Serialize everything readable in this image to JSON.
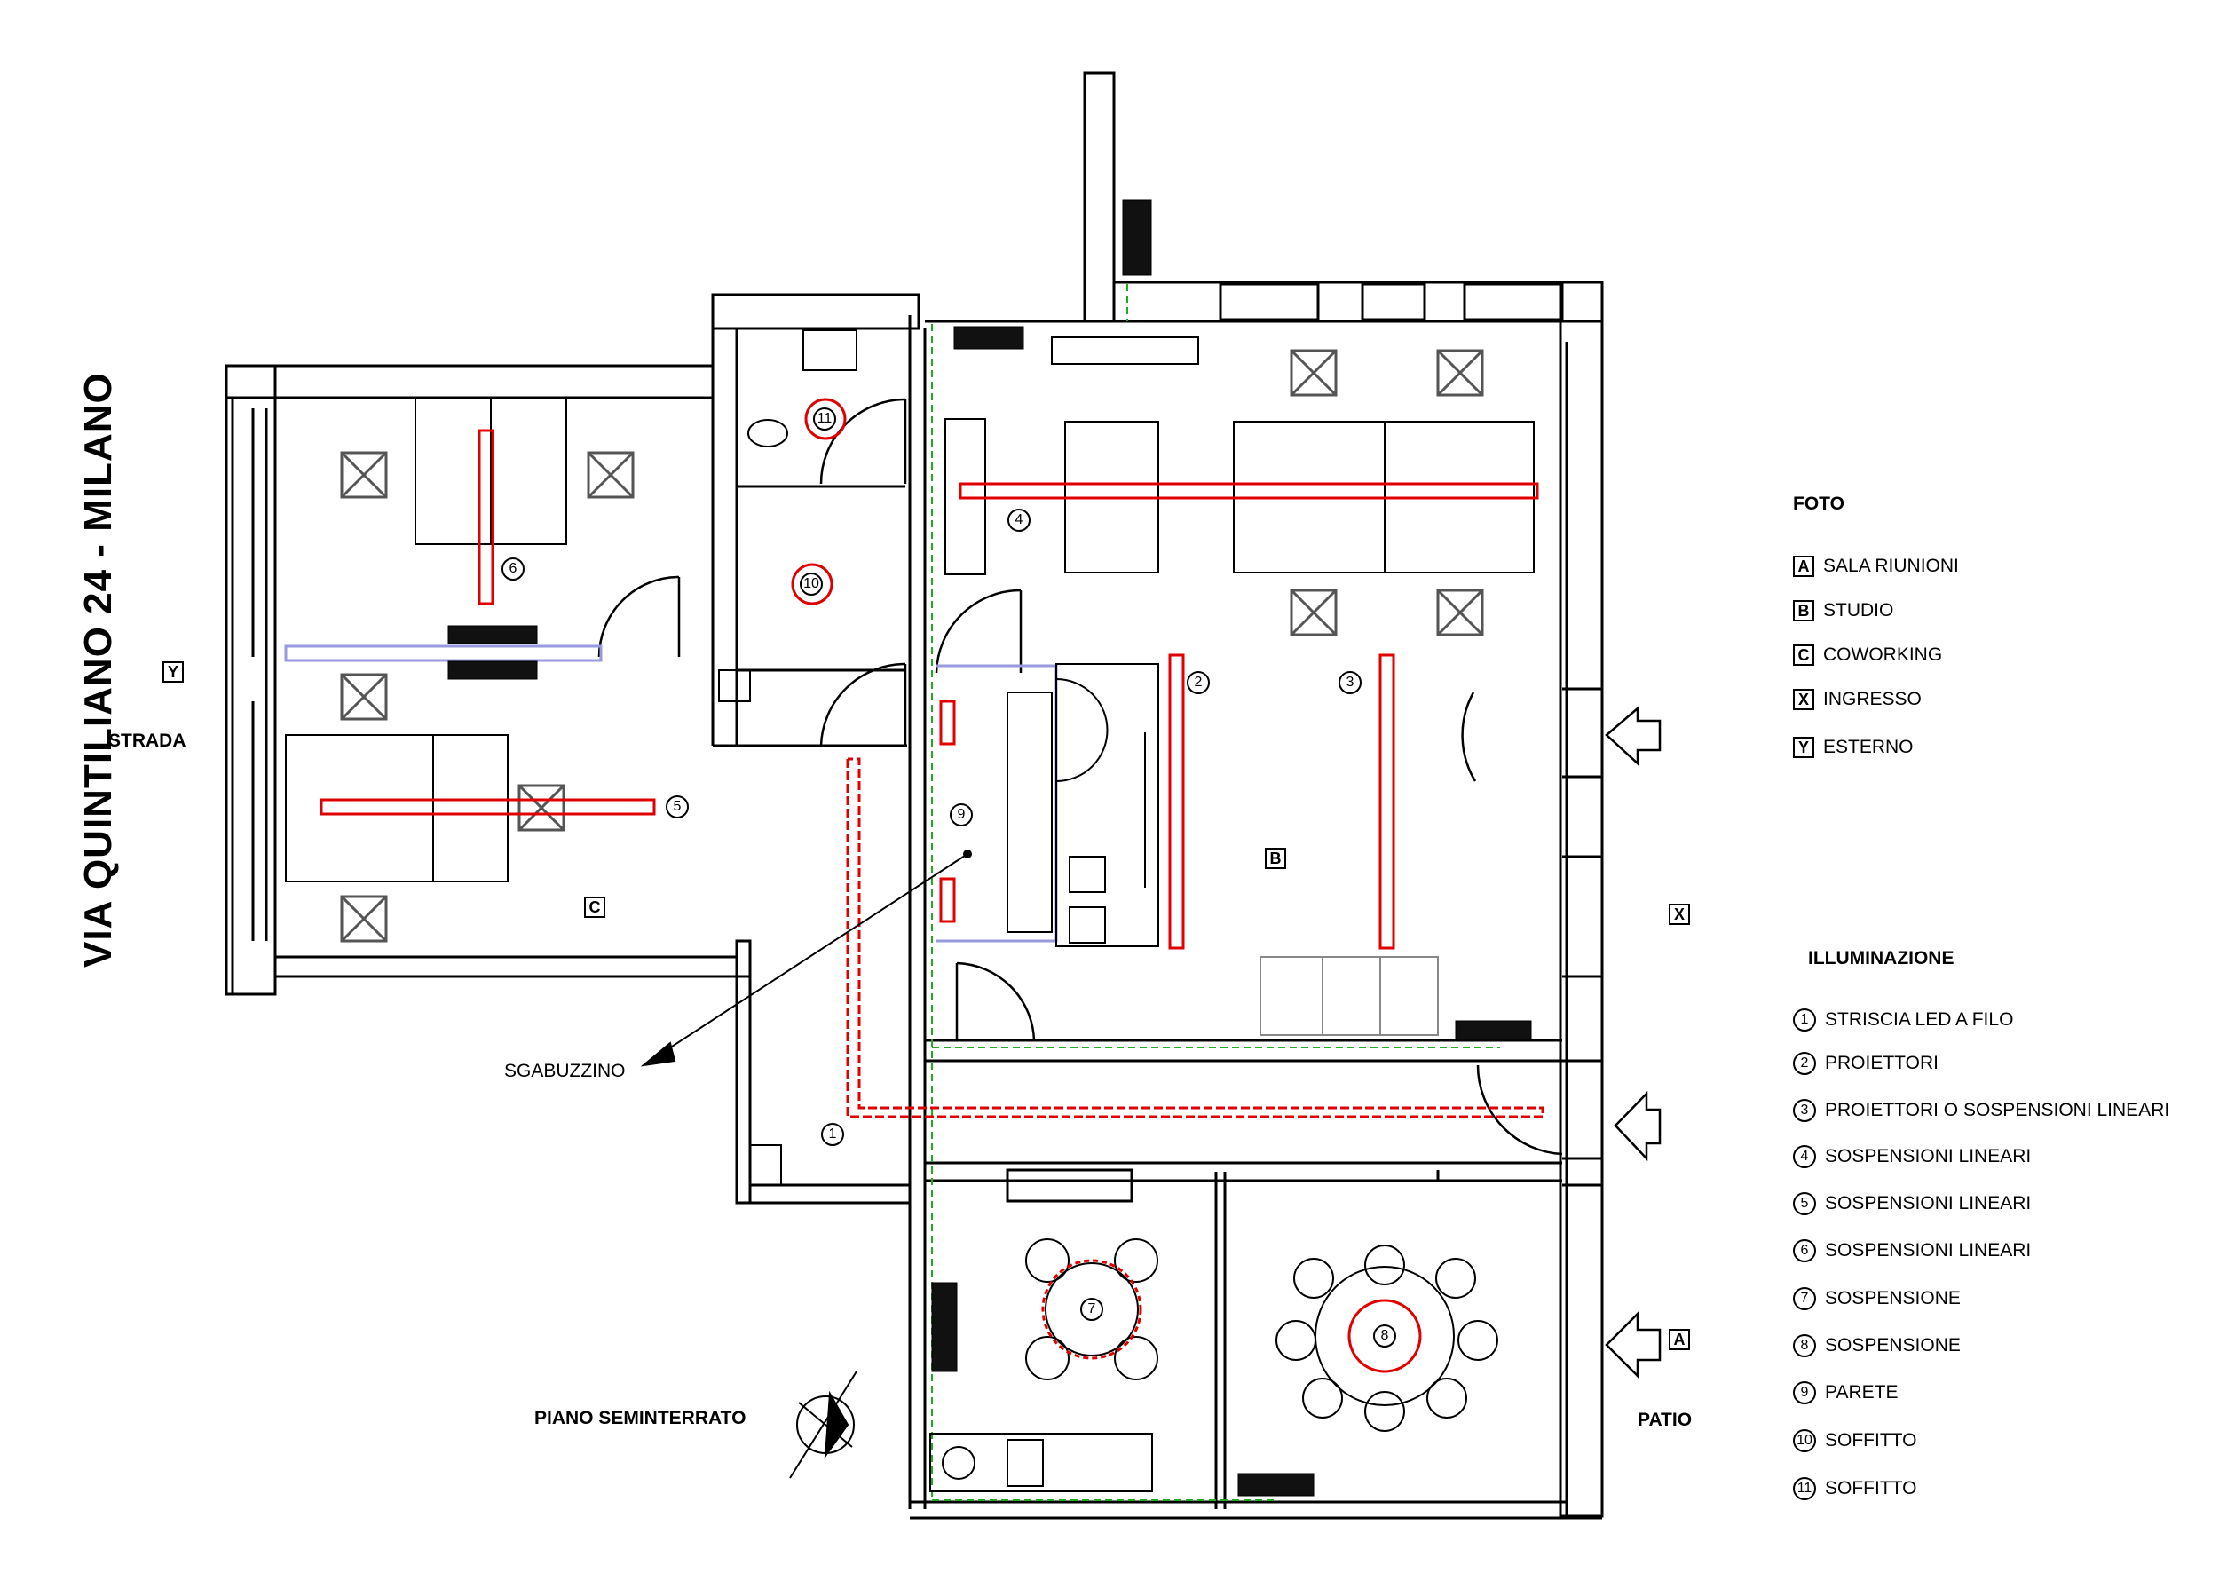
{
  "title": "VIA QUINTILIANO 24 - MILANO",
  "floor_label": "PIANO SEMINTERRATO",
  "labels": {
    "strada": "STRADA",
    "sgabuzzino": "SGABUZZINO",
    "patio": "PATIO"
  },
  "room_markers": {
    "coworking": "C",
    "studio": "B",
    "esterno": "Y",
    "ingresso": "X",
    "sala_riunioni": "A"
  },
  "light_markers": [
    "1",
    "2",
    "3",
    "4",
    "5",
    "6",
    "7",
    "8",
    "9",
    "10",
    "11"
  ],
  "legend_foto": {
    "heading": "FOTO",
    "items": [
      {
        "key": "A",
        "text": "SALA RIUNIONI"
      },
      {
        "key": "B",
        "text": "STUDIO"
      },
      {
        "key": "C",
        "text": "COWORKING"
      },
      {
        "key": "X",
        "text": "INGRESSO"
      },
      {
        "key": "Y",
        "text": "ESTERNO"
      }
    ]
  },
  "legend_illuminazione": {
    "heading": "ILLUMINAZIONE",
    "items": [
      {
        "key": "1",
        "text": "STRISCIA LED A FILO"
      },
      {
        "key": "2",
        "text": "PROIETTORI"
      },
      {
        "key": "3",
        "text": "PROIETTORI O SOSPENSIONI LINEARI"
      },
      {
        "key": "4",
        "text": "SOSPENSIONI LINEARI"
      },
      {
        "key": "5",
        "text": "SOSPENSIONI LINEARI"
      },
      {
        "key": "6",
        "text": "SOSPENSIONI LINEARI"
      },
      {
        "key": "7",
        "text": "SOSPENSIONE"
      },
      {
        "key": "8",
        "text": "SOSPENSIONE"
      },
      {
        "key": "9",
        "text": "PARETE"
      },
      {
        "key": "10",
        "text": "SOFFITTO"
      },
      {
        "key": "11",
        "text": "SOFFITTO"
      }
    ]
  },
  "colors": {
    "wall": "#000000",
    "light": "#e00000",
    "cable": "#22aa22",
    "partition": "#9999dd",
    "furniture": "#888888"
  },
  "icons": [
    "north-arrow-icon",
    "entrance-arrow-icon",
    "office-chair-icon",
    "ceiling-light-icon"
  ]
}
